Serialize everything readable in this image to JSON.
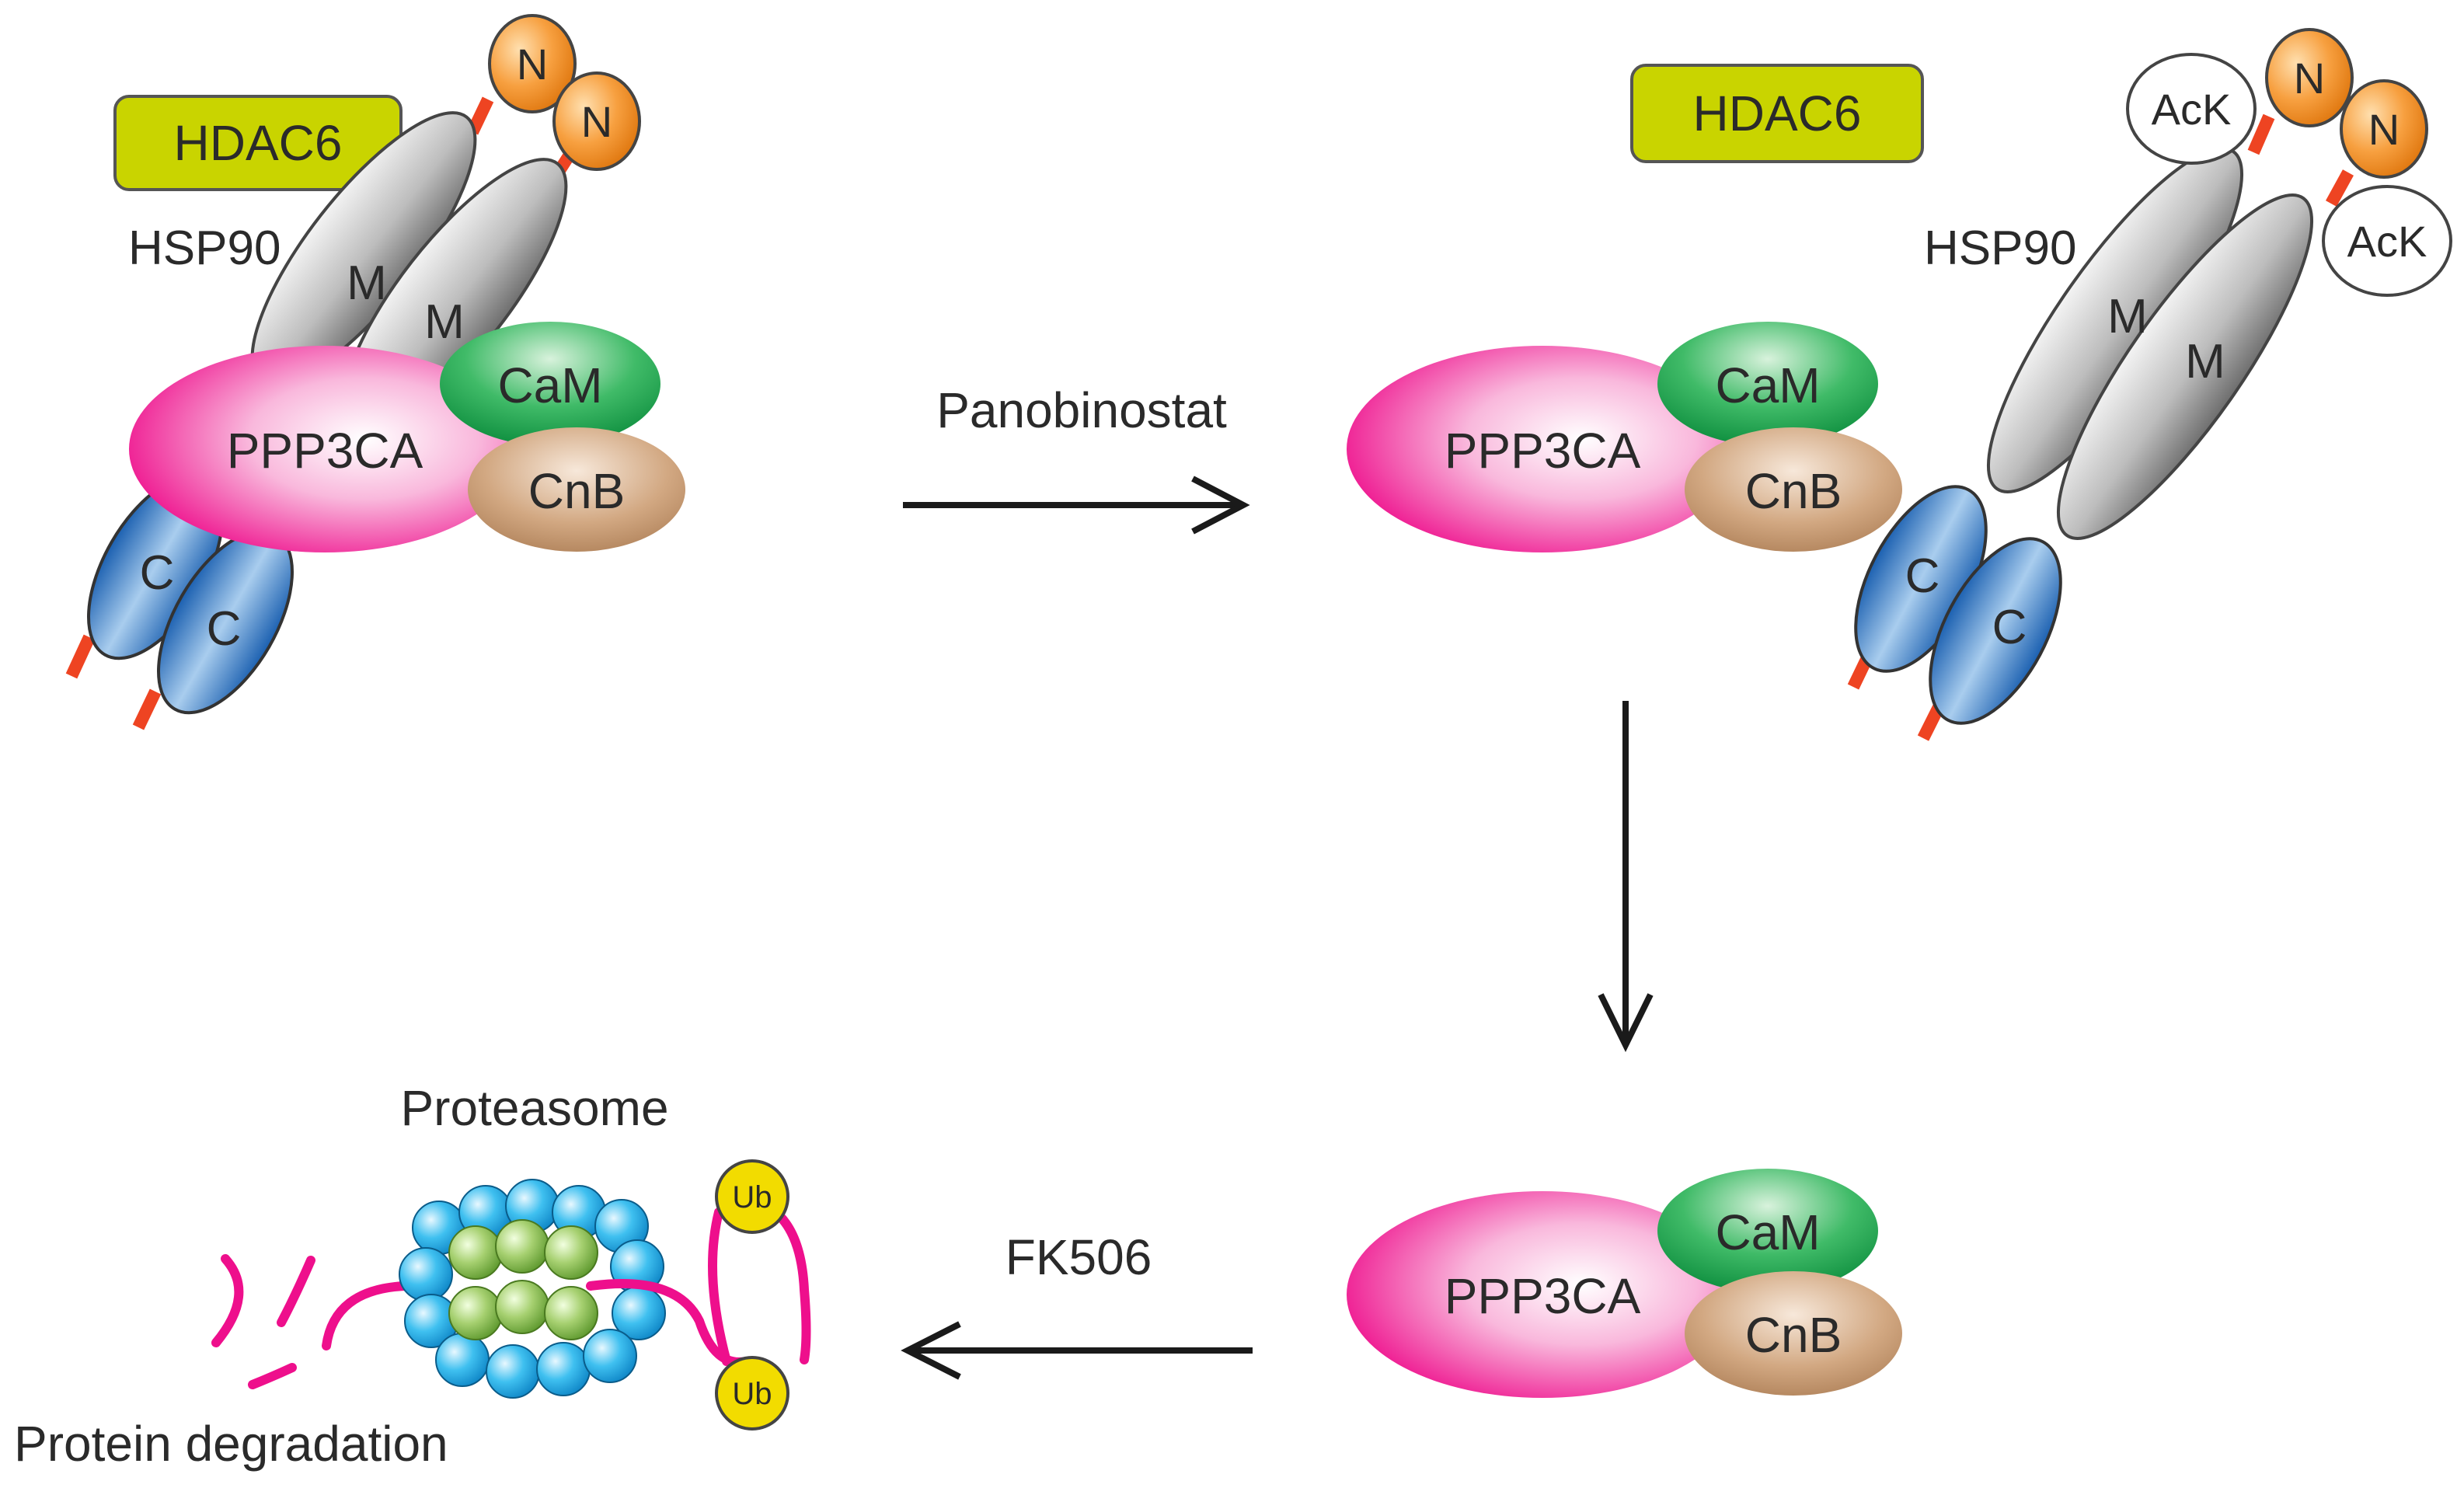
{
  "colors": {
    "hdac6_fill": "#c9d400",
    "ppp3ca": "#ee0f8c",
    "cam": "#19a84a",
    "cnb": "#c09068",
    "hsp90_middle": "#8c8c8c",
    "hsp90_c_domain": "#1e64b4",
    "hsp90_n_domain": "#f08c1e",
    "linker": "#ee4422",
    "ubiquitin": "#f2dc00",
    "proteasome_outer": "#22aadd",
    "proteasome_inner": "#88bb44",
    "degraded_chain": "#ee0f8c",
    "arrow": "#1a1a1a"
  },
  "panel1": {
    "hdac6": "HDAC6",
    "hsp90": "HSP90",
    "n1": "N",
    "n2": "N",
    "m1": "M",
    "m2": "M",
    "c1": "C",
    "c2": "C",
    "ppp3ca": "PPP3CA",
    "cam": "CaM",
    "cnb": "CnB"
  },
  "arrow1_label": "Panobinostat",
  "panel2": {
    "hdac6": "HDAC6",
    "hsp90": "HSP90",
    "ack1": "AcK",
    "ack2": "AcK",
    "n1": "N",
    "n2": "N",
    "m1": "M",
    "m2": "M",
    "c1": "C",
    "c2": "C",
    "ppp3ca": "PPP3CA",
    "cam": "CaM",
    "cnb": "CnB"
  },
  "panel3": {
    "ppp3ca": "PPP3CA",
    "cam": "CaM",
    "cnb": "CnB"
  },
  "arrow3_label": "FK506",
  "panel4": {
    "proteasome": "Proteasome",
    "ub1": "Ub",
    "ub2": "Ub",
    "protein_degradation": "Protein degradation"
  }
}
